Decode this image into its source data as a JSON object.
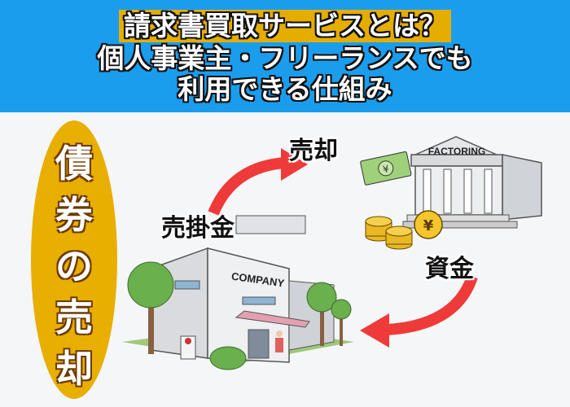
{
  "header": {
    "line1": "請求書買取サービスとは？",
    "line2": "個人事業主・フリーランスでも",
    "line3": "利用できる仕組み"
  },
  "side_label": {
    "chars": [
      "債",
      "券",
      "の",
      "売",
      "却"
    ]
  },
  "labels": {
    "sell": "売却",
    "receivable": "売掛金",
    "funds": "資金"
  },
  "illustration": {
    "bank_sign": "FACTORING",
    "company_sign": "COMPANY",
    "currency_symbol": "¥"
  },
  "colors": {
    "header_bg": "#1b9ded",
    "highlight": "#e5ad00",
    "oval": "#e8ae00",
    "arrow": "#ef3a3a"
  }
}
